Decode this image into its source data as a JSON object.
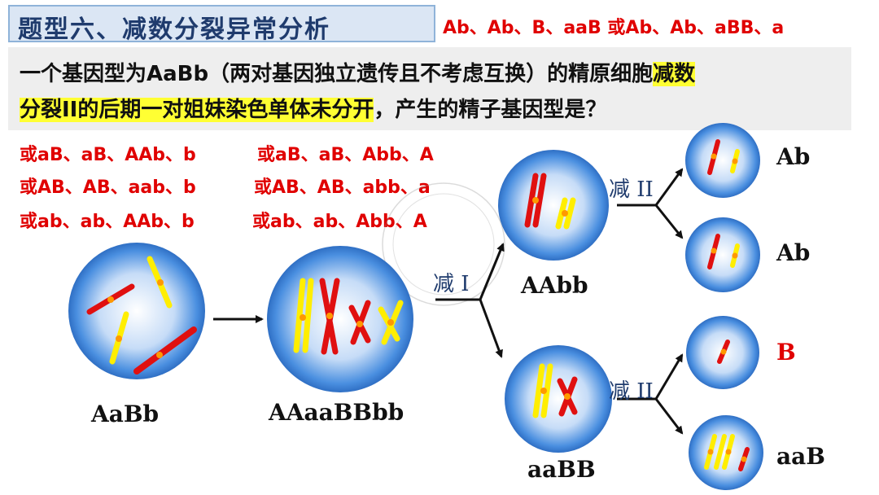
{
  "title": "题型六、减数分裂异常分析",
  "answer": "Ab、Ab、B、aaB  或Ab、Ab、aBB、a",
  "question": {
    "line1_pre": "一个基因型为AaBb（两对基因独立遗传且不考虑互换）的精原细胞",
    "line1_hl": "减数",
    "line2_hl": "分裂II的后期一对姐妹染色单体未分开",
    "line2_post": "，产生的精子基因型是？"
  },
  "options": [
    "或aB、aB、AAb、b",
    "或aB、aB、Abb、A",
    "或AB、AB、aab、b",
    "或AB、AB、abb、a",
    "或ab、ab、AAb、b",
    "或ab、ab、Abb、A"
  ],
  "cells": {
    "start": "AaBb",
    "replicated": "AAaaBBbb",
    "mid_top": "AAbb",
    "mid_bottom": "aaBB",
    "end1": "Ab",
    "end2": "Ab",
    "end3": "B",
    "end4": "aaB"
  },
  "steps": {
    "meiosis1": "减 I",
    "meiosis2_top": "减 II",
    "meiosis2_bottom": "减 II"
  },
  "colors": {
    "red_chromosome": "#e01010",
    "yellow_chromosome": "#ffee00",
    "cell": "#4a8fe0",
    "answer": "#e00000"
  }
}
